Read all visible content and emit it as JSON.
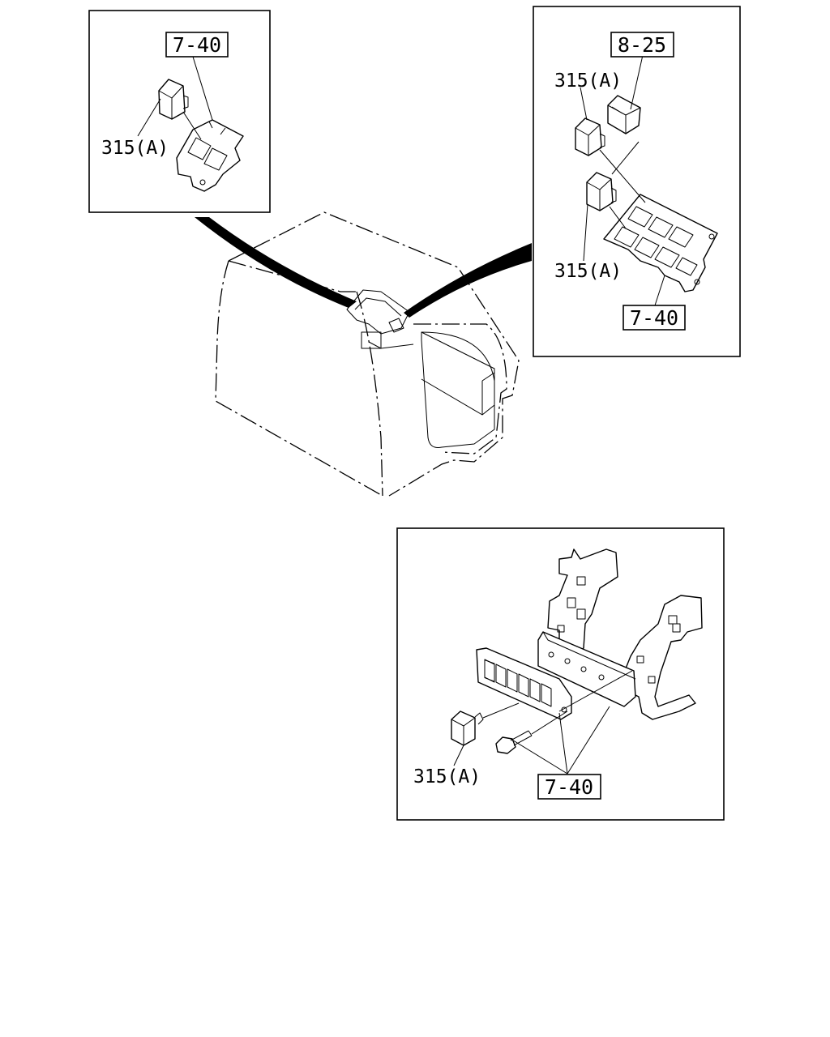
{
  "callouts": {
    "top_left": {
      "ref": "7-40",
      "part": "315(A)"
    },
    "top_right": {
      "ref_top": "8-25",
      "part_upper": "315(A)",
      "part_lower": "315(A)",
      "ref_bottom": "7-40"
    },
    "bottom": {
      "part": "315(A)",
      "ref": "7-40"
    }
  },
  "colors": {
    "line": "#000000",
    "background": "#ffffff"
  }
}
